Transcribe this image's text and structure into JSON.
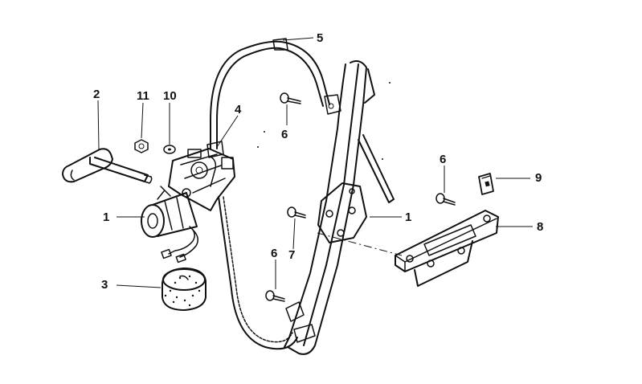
{
  "diagram": {
    "style": "exploded parts diagram (line art)",
    "callouts": {
      "c1_motor": "1",
      "c1_regulator": "1",
      "c2": "2",
      "c3": "3",
      "c4": "4",
      "c5": "5",
      "c6_top": "6",
      "c6_right": "6",
      "c6_bottom": "6",
      "c7": "7",
      "c8": "8",
      "c9": "9",
      "c10": "10",
      "c11": "11"
    },
    "colors": {
      "ink": "#111111",
      "background": "#ffffff"
    }
  }
}
